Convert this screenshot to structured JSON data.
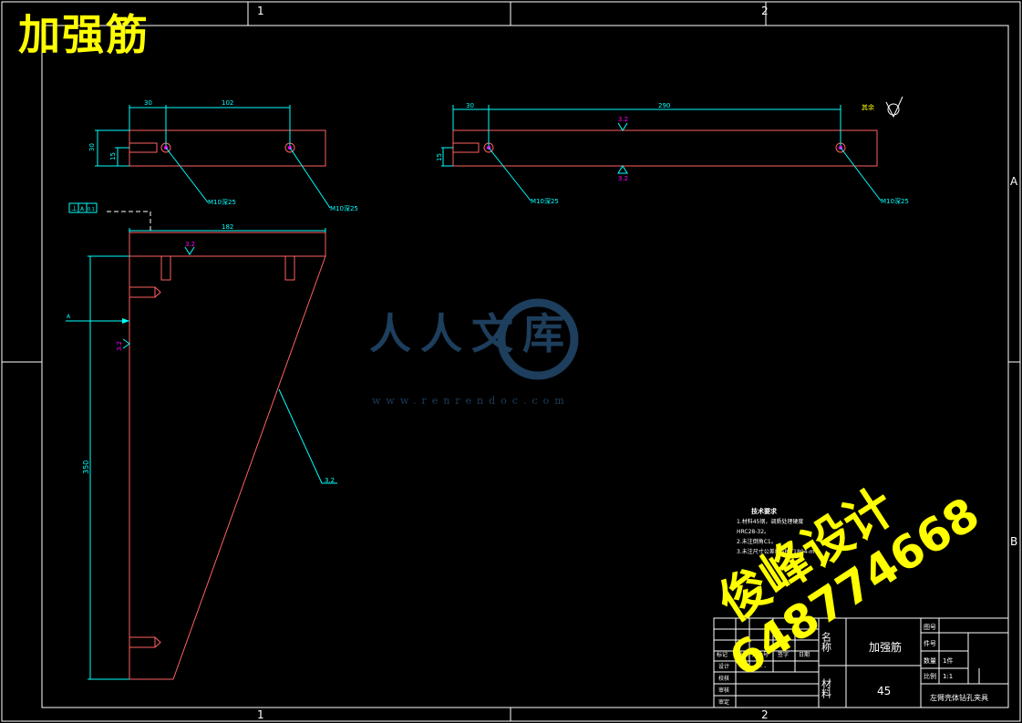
{
  "title": "加强筋",
  "zone_labels": {
    "col1": "1",
    "col2": "2",
    "row_a": "A",
    "row_b": "B"
  },
  "dimensions": {
    "top_left_30": "30",
    "top_left_102": "102",
    "top_left_h30": "30",
    "top_left_h15": "15",
    "top_left_thread1": "M10深25",
    "top_left_thread2": "M10深25",
    "top_right_30": "30",
    "top_right_290": "290",
    "top_right_h15": "15",
    "top_right_thread1": "M10深25",
    "top_right_thread2": "M10深25",
    "front_182": "182",
    "front_350": "350",
    "diag_leader": "3.2"
  },
  "roughness": {
    "r1": "3.2",
    "r2": "3.2",
    "r3": "3.2",
    "r4": "3.2",
    "other": "其余"
  },
  "section_label": "A",
  "tolerance_frame": {
    "symbol": "⊥",
    "datum": "A",
    "value": "0.1"
  },
  "tech_notes": {
    "heading": "技术要求",
    "lines": [
      "1.材料45钢，调质处理硬度",
      "HRC28-32。",
      "2.未注倒角C1。",
      "3.未注尺寸公差按GB/T1804-m"
    ]
  },
  "title_block": {
    "name_label": "名称",
    "part_name": "加强筋",
    "material_label": "材料",
    "material": "45",
    "drawing_no_label": "图号",
    "part_no_label": "件号",
    "qty_label": "数量",
    "qty": "1件",
    "scale_label": "比例",
    "scale": "1:1",
    "project": "左臂壳体钻孔夹具",
    "rev_headers": [
      "标记",
      "处数",
      "文件号",
      "签字",
      "日期"
    ],
    "design_label": "设计",
    "check_label": "校核",
    "review_label": "审核",
    "approve_label": "审定",
    "design_mark": "- -"
  },
  "watermarks": {
    "renren": "人人文库",
    "renren_url": "www.renrendoc.com",
    "brand": "俊峰设计",
    "phone": "648774668"
  },
  "colors": {
    "background": "#000000",
    "border": "#ffffff",
    "outline": "#ff6060",
    "dimension": "#00ffff",
    "roughness": "#ff00ff",
    "annotation": "#ffff00",
    "thread_leader": "#00ffff",
    "table": "#ffffff"
  }
}
